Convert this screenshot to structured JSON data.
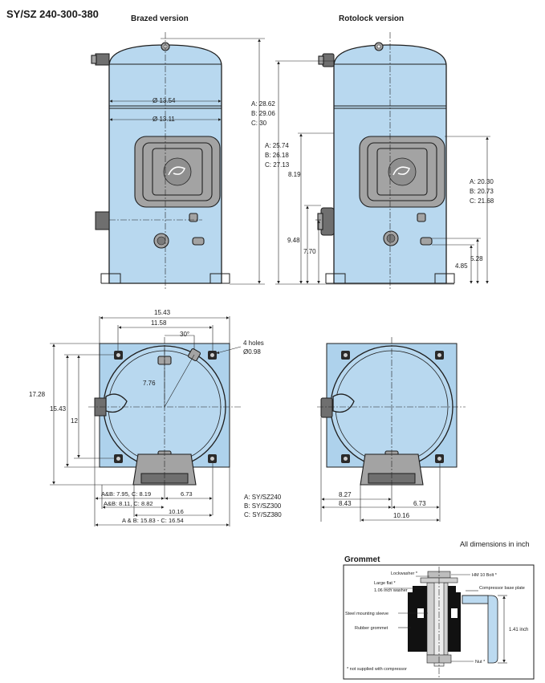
{
  "title": "SY/SZ 240-300-380",
  "views": {
    "brazed": "Brazed version",
    "rotolock": "Rotolock version"
  },
  "brazed_dims": {
    "dia_outer": "Ø 13.54",
    "dia_inner": "Ø 13.11",
    "height_a": "A: 28.62",
    "height_b": "B: 29.06",
    "height_c": "C: 30"
  },
  "rotolock_dims": {
    "h_a": "A: 25.74",
    "h_b": "B: 26.18",
    "h_c": "C: 27.13",
    "h_819": "8.19",
    "h_948": "9.48",
    "h_770": "7.70",
    "r_a": "A: 20.30",
    "r_b": "B: 20.73",
    "r_c": "C: 21.68",
    "r_528": "5.28",
    "r_485": "4.85"
  },
  "top_view": {
    "w_1543": "15.43",
    "w_1158": "11.58",
    "angle": "30°",
    "holes_1": "4 holes",
    "holes_2": "Ø0.98",
    "r_776": "7.76",
    "h_1728": "17.28",
    "h_1543": "15.43",
    "h_12": "12",
    "ab_1": "A&B: 7.95, C: 8.19",
    "ab_2": "A&B: 8.11, C: 8.82",
    "d_673": "6.73",
    "d_1016": "10.16",
    "ab_total": "A & B: 15.83  -  C: 16.54"
  },
  "legend": {
    "a": "A: SY/SZ240",
    "b": "B: SY/SZ300",
    "c": "C: SY/SZ380"
  },
  "top_view_rotolock": {
    "d_827": "8.27",
    "d_843": "8.43",
    "d_673": "6.73",
    "d_1016": "10.16"
  },
  "units_note": "All dimensions in inch",
  "grommet": {
    "title": "Grommet",
    "lockwasher": "Lockwasher *",
    "bolt": "HM 10 Bolt *",
    "large_flat": "Large flat *",
    "washer": "1.06 inch washer",
    "base_plate": "Compressor base plate",
    "sleeve": "Steel mounting sleeve",
    "rubber": "Rubber grommet",
    "height": "1.41 inch",
    "nut": "Nut *",
    "footnote": "* not supplied with compressor"
  },
  "colors": {
    "shell": "#b8d8ef",
    "grey": "#a3a3a3",
    "ink": "#1a1a1a"
  }
}
